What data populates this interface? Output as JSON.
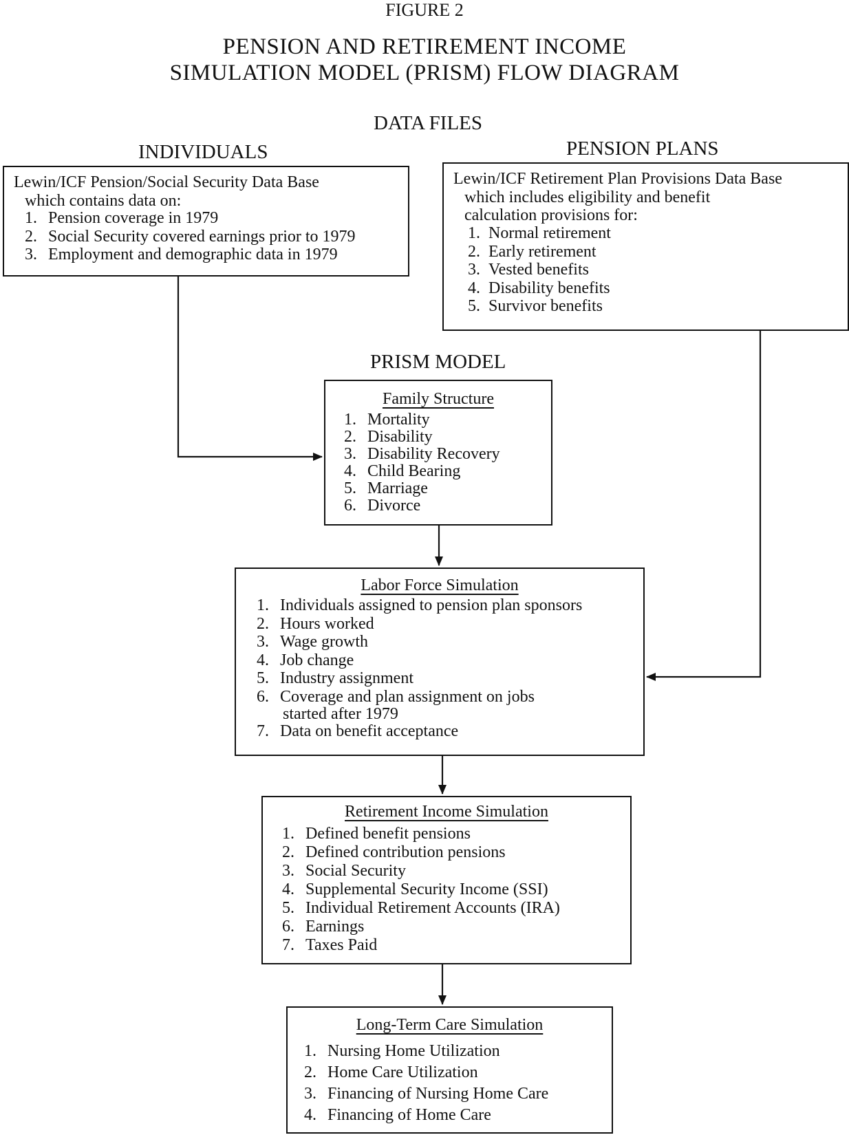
{
  "figure_label": "FIGURE 2",
  "title": {
    "line1": "PENSION AND RETIREMENT INCOME",
    "line2": "SIMULATION MODEL (PRISM) FLOW DIAGRAM"
  },
  "data_files_heading": "DATA FILES",
  "individuals": {
    "heading": "INDIVIDUALS",
    "intro1": "Lewin/ICF Pension/Social Security Data Base",
    "intro2": "which contains data on:",
    "items": [
      {
        "num": "1.",
        "text": "Pension coverage in 1979"
      },
      {
        "num": "2.",
        "text": "Social Security covered earnings prior to 1979"
      },
      {
        "num": "3.",
        "text": "Employment and demographic data in 1979"
      }
    ]
  },
  "pension_plans": {
    "heading": "PENSION PLANS",
    "intro1": "Lewin/ICF Retirement Plan Provisions Data Base",
    "intro2": "which includes eligibility and benefit",
    "intro3": "calculation provisions for:",
    "items": [
      {
        "num": "1.",
        "text": "Normal retirement"
      },
      {
        "num": "2.",
        "text": "Early retirement"
      },
      {
        "num": "3.",
        "text": "Vested benefits"
      },
      {
        "num": "4.",
        "text": "Disability benefits"
      },
      {
        "num": "5.",
        "text": "Survivor benefits"
      }
    ]
  },
  "prism_heading": "PRISM MODEL",
  "family_structure": {
    "heading": "Family Structure",
    "items": [
      {
        "num": "1.",
        "text": "Mortality"
      },
      {
        "num": "2.",
        "text": "Disability"
      },
      {
        "num": "3.",
        "text": "Disability Recovery"
      },
      {
        "num": "4.",
        "text": "Child Bearing"
      },
      {
        "num": "5.",
        "text": "Marriage"
      },
      {
        "num": "6.",
        "text": "Divorce"
      }
    ]
  },
  "labor_force": {
    "heading": "Labor Force Simulation",
    "items": [
      {
        "num": "1.",
        "text": "Individuals assigned to pension plan sponsors"
      },
      {
        "num": "2.",
        "text": "Hours worked"
      },
      {
        "num": "3.",
        "text": "Wage growth"
      },
      {
        "num": "4.",
        "text": "Job change"
      },
      {
        "num": "5.",
        "text": "Industry assignment"
      },
      {
        "num": "6.",
        "text": "Coverage and plan assignment on jobs"
      },
      {
        "num": "",
        "text": "started after 1979"
      },
      {
        "num": "7.",
        "text": "Data on benefit acceptance"
      }
    ]
  },
  "retirement_income": {
    "heading": "Retirement Income Simulation",
    "items": [
      {
        "num": "1.",
        "text": "Defined benefit pensions"
      },
      {
        "num": "2.",
        "text": "Defined contribution pensions"
      },
      {
        "num": "3.",
        "text": "Social Security"
      },
      {
        "num": "4.",
        "text": "Supplemental Security Income (SSI)"
      },
      {
        "num": "5.",
        "text": "Individual Retirement Accounts (IRA)"
      },
      {
        "num": "6.",
        "text": "Earnings"
      },
      {
        "num": "7.",
        "text": "Taxes Paid"
      }
    ]
  },
  "long_term_care": {
    "heading": "Long-Term Care Simulation",
    "items": [
      {
        "num": "1.",
        "text": "Nursing Home Utilization"
      },
      {
        "num": "2.",
        "text": "Home Care Utilization"
      },
      {
        "num": "3.",
        "text": "Financing of Nursing Home Care"
      },
      {
        "num": "4.",
        "text": "Financing of Home Care"
      }
    ]
  }
}
